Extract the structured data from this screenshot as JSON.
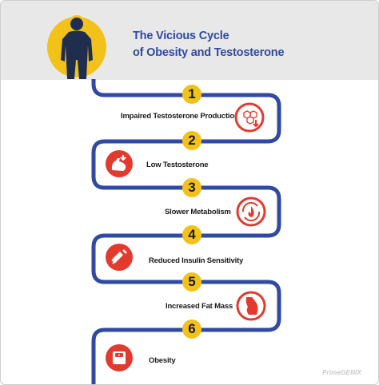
{
  "header": {
    "title_line_1": "The Vicious Cycle",
    "title_line_2": "of Obesity and Testosterone"
  },
  "steps": [
    {
      "number": "1",
      "label": "Impaired Testosterone Production",
      "icon": "molecule-down-icon"
    },
    {
      "number": "2",
      "label": "Low Testosterone",
      "icon": "flexed-arm-icon"
    },
    {
      "number": "3",
      "label": "Slower Metabolism",
      "icon": "flame-cycle-icon"
    },
    {
      "number": "4",
      "label": "Reduced Insulin Sensitivity",
      "icon": "syringe-icon"
    },
    {
      "number": "5",
      "label": "Increased Fat Mass",
      "icon": "belly-icon"
    },
    {
      "number": "6",
      "label": "Obesity",
      "icon": "scale-icon"
    }
  ],
  "colors": {
    "path_blue": "#2f4aa0",
    "number_yellow": "#f2c21b",
    "icon_red": "#e23b2e",
    "header_bg": "#e8e8e8"
  },
  "brand": "PrimeGENIX"
}
